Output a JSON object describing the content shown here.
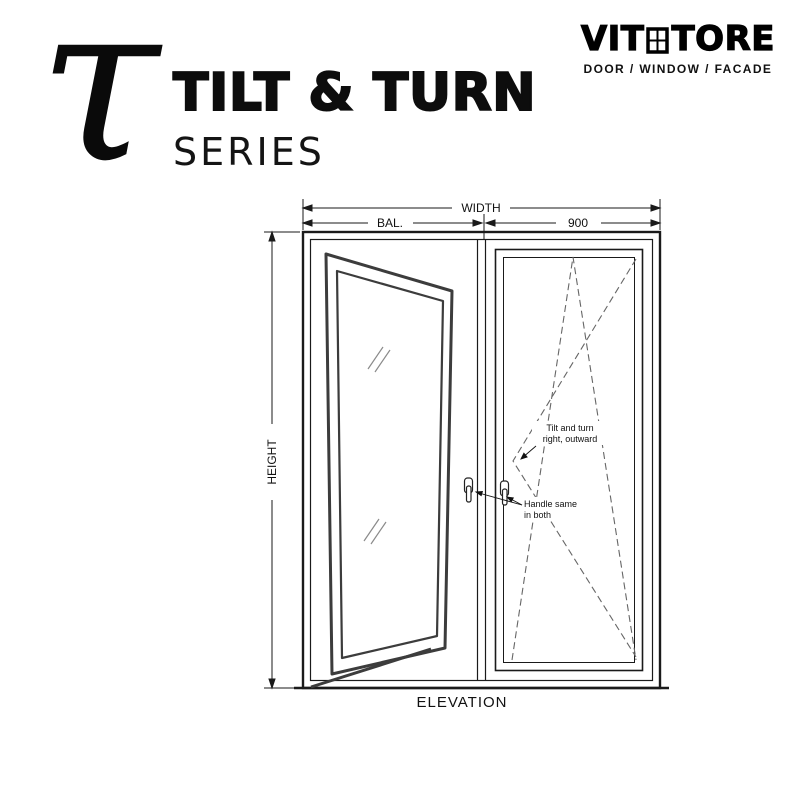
{
  "header": {
    "tau": "τ",
    "title": "TILT & TURN",
    "subtitle": "SERIES"
  },
  "brand": {
    "name_left": "VIT",
    "name_right": "TORE",
    "tagline": "DOOR / WINDOW / FACADE"
  },
  "drawing": {
    "dimensions": {
      "width_label": "WIDTH",
      "left_span_label": "BAL.",
      "right_span_label": "900",
      "height_label": "HEIGHT"
    },
    "annotations": {
      "tilt_turn_line1": "Tilt and turn",
      "tilt_turn_line2": "right, outward",
      "handle_line1": "Handle same",
      "handle_line2": "in both"
    },
    "caption": "ELEVATION"
  },
  "colors": {
    "background": "#ffffff",
    "ink": "#111111",
    "frame_line": "#1a1a1a",
    "dashed_line": "#666666",
    "open_sash": "#3c3c3c"
  }
}
